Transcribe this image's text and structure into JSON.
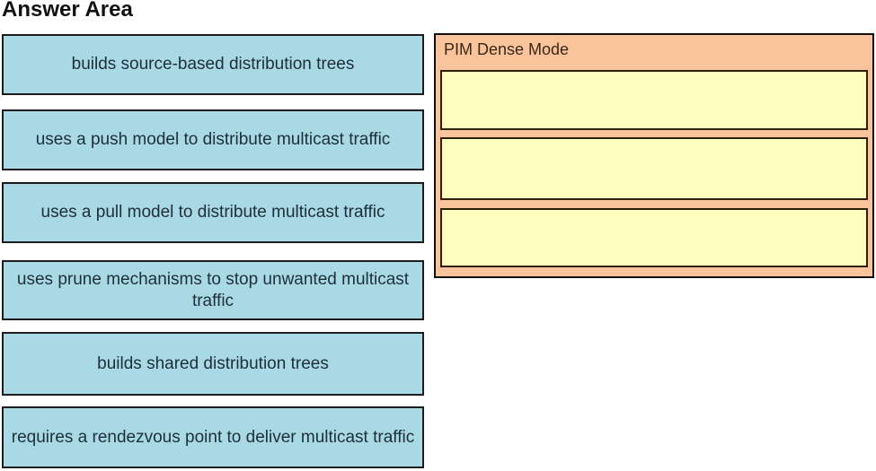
{
  "title": "Answer Area",
  "source_items": [
    {
      "label": "builds source-based distribution trees"
    },
    {
      "label": "uses a push model to distribute multicast traffic"
    },
    {
      "label": "uses a pull model to distribute multicast traffic"
    },
    {
      "label": "uses prune mechanisms to stop unwanted multicast traffic"
    },
    {
      "label": "builds shared distribution trees"
    },
    {
      "label": "requires a rendezvous point to deliver multicast traffic"
    }
  ],
  "target_group": {
    "label": "PIM Dense Mode",
    "slots": [
      "",
      "",
      ""
    ]
  },
  "colors": {
    "title_text": "#111111",
    "source_item_fill": "#A9D9E5",
    "source_item_border": "#1c1c1c",
    "item_text": "#1d2f3a",
    "target_fill": "#F9C49B",
    "target_border": "#101010",
    "target_label_text": "#3c2817",
    "slot_fill": "#FDFDBE",
    "slot_border": "#2e1f02"
  }
}
